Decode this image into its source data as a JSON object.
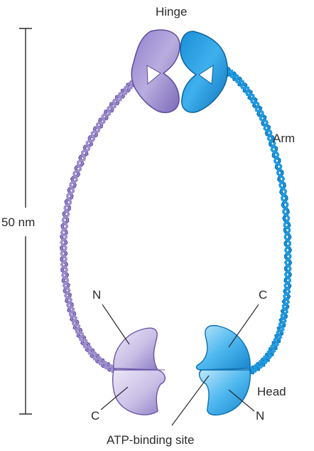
{
  "labels": {
    "hinge": "Hinge",
    "arm": "Arm",
    "scale": "50 nm",
    "head": "Head",
    "atp_site": "ATP-binding site",
    "left_n": "N",
    "left_c": "C",
    "right_c": "C",
    "right_n": "N"
  },
  "colors": {
    "purple_dark": "#6a55a8",
    "purple_mid": "#9d8dcc",
    "purple_light": "#d9d2ee",
    "blue_dark": "#0b73b8",
    "blue_mid": "#1f9ae0",
    "blue_light": "#a8dcf6",
    "text": "#2b2b2b"
  }
}
